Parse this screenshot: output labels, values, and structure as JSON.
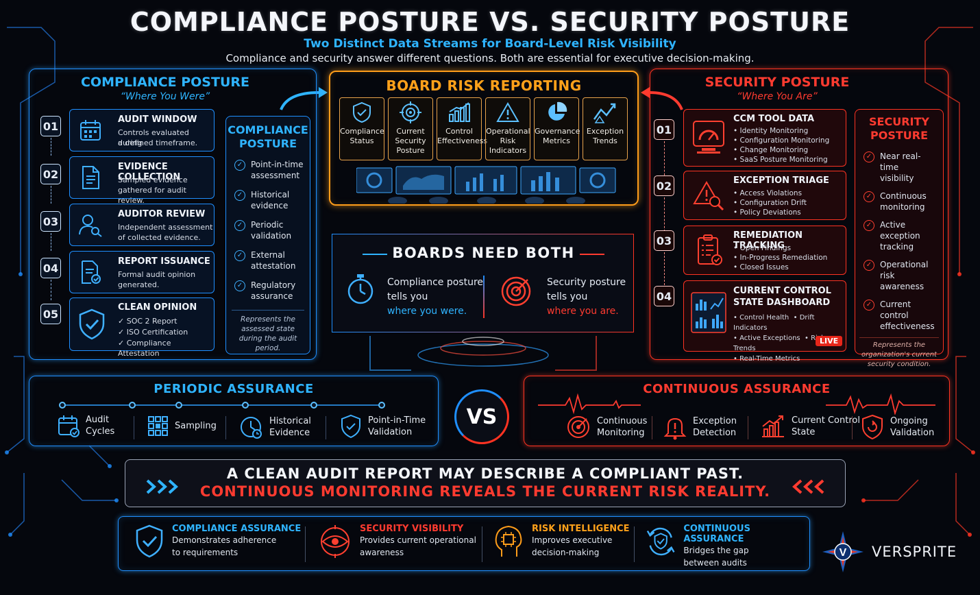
{
  "header": {
    "title": "COMPLIANCE POSTURE VS. SECURITY POSTURE",
    "subtitle": "Two Distinct Data Streams for Board-Level Risk Visibility",
    "tagline": "Compliance and security answer different questions. Both are essential for executive decision-making."
  },
  "compliance": {
    "title": "COMPLIANCE POSTURE",
    "subtitle": "“Where You Were”",
    "steps": [
      {
        "num": "01",
        "title": "AUDIT WINDOW",
        "desc1": "Controls evaluated during",
        "desc2": "a defined timeframe."
      },
      {
        "num": "02",
        "title": "EVIDENCE COLLECTION",
        "desc1": "Sampled evidence",
        "desc2": "gathered for audit review."
      },
      {
        "num": "03",
        "title": "AUDITOR REVIEW",
        "desc1": "Independent assessment",
        "desc2": "of collected evidence."
      },
      {
        "num": "04",
        "title": "REPORT ISSUANCE",
        "desc1": "Formal audit opinion",
        "desc2": "generated."
      },
      {
        "num": "05",
        "title": "CLEAN OPINION",
        "list": [
          "SOC 2 Report",
          "ISO Certification",
          "Compliance Attestation"
        ]
      }
    ],
    "side": {
      "title1": "COMPLIANCE",
      "title2": "POSTURE",
      "items": [
        [
          "Point-in-time",
          "assessment"
        ],
        [
          "Historical",
          "evidence"
        ],
        [
          "Periodic",
          "validation"
        ],
        [
          "External",
          "attestation"
        ],
        [
          "Regulatory",
          "assurance"
        ]
      ],
      "note": [
        "Represents the",
        "assessed state",
        "during the audit",
        "period."
      ]
    }
  },
  "security": {
    "title": "SECURITY POSTURE",
    "subtitle": "“Where You Are”",
    "steps": [
      {
        "num": "01",
        "title": "CCM TOOL DATA",
        "list": [
          "Identity Monitoring",
          "Configuration Monitoring",
          "Change Monitoring",
          "SaaS Posture Monitoring"
        ]
      },
      {
        "num": "02",
        "title": "EXCEPTION TRIAGE",
        "list": [
          "Access Violations",
          "Configuration Drift",
          "Policy Deviations"
        ]
      },
      {
        "num": "03",
        "title": "REMEDIATION TRACKING",
        "list": [
          "Open Findings",
          "In-Progress Remediation",
          "Closed Issues"
        ]
      },
      {
        "num": "04",
        "title1": "CURRENT CONTROL",
        "title2": "STATE DASHBOARD",
        "list": [
          "Control Health",
          "Drift Indicators",
          "Active Exceptions",
          "Risk Trends",
          "Real-Time Metrics"
        ],
        "live": "LIVE"
      }
    ],
    "side": {
      "title1": "SECURITY",
      "title2": "POSTURE",
      "items": [
        [
          "Near real-time",
          "visibility"
        ],
        [
          "Continuous",
          "monitoring"
        ],
        [
          "Active",
          "exception",
          "tracking"
        ],
        [
          "Operational",
          "risk awareness"
        ],
        [
          "Current",
          "control",
          "effectiveness"
        ]
      ],
      "note": [
        "Represents the",
        "organization's current",
        "security condition."
      ]
    }
  },
  "board": {
    "title": "BOARD RISK REPORTING",
    "metrics": [
      [
        "Compliance",
        "Status"
      ],
      [
        "Current",
        "Security",
        "Posture"
      ],
      [
        "Control",
        "Effectiveness"
      ],
      [
        "Operational",
        "Risk",
        "Indicators"
      ],
      [
        "Governance",
        "Metrics"
      ],
      [
        "Exception",
        "Trends"
      ]
    ]
  },
  "both": {
    "title": "BOARDS NEED BOTH",
    "left": [
      "Compliance posture",
      "tells you",
      "where you were."
    ],
    "right": [
      "Security posture",
      "tells you",
      "where you are."
    ]
  },
  "periodic": {
    "title": "PERIODIC ASSURANCE",
    "items": [
      [
        "Audit",
        "Cycles"
      ],
      [
        "Sampling"
      ],
      [
        "Historical",
        "Evidence"
      ],
      [
        "Point-in-Time",
        "Validation"
      ]
    ]
  },
  "vs": "VS",
  "continuous": {
    "title": "CONTINUOUS ASSURANCE",
    "items": [
      [
        "Continuous",
        "Monitoring"
      ],
      [
        "Exception",
        "Detection"
      ],
      [
        "Current Control",
        "State"
      ],
      [
        "Ongoing",
        "Validation"
      ]
    ]
  },
  "statement": {
    "line1": "A CLEAN AUDIT REPORT MAY DESCRIBE A COMPLIANT PAST.",
    "line2": "CONTINUOUS MONITORING REVEALS THE CURRENT RISK REALITY."
  },
  "footer": [
    {
      "title": "COMPLIANCE ASSURANCE",
      "desc1": "Demonstrates adherence",
      "desc2": "to requirements"
    },
    {
      "title": "SECURITY VISIBILITY",
      "desc1": "Provides current operational",
      "desc2": "awareness"
    },
    {
      "title": "RISK INTELLIGENCE",
      "desc1": "Improves executive",
      "desc2": "decision-making"
    },
    {
      "title": "CONTINUOUS ASSURANCE",
      "desc1": "Bridges the gap",
      "desc2": "between audits"
    }
  ],
  "brand": {
    "name": "VERSPRITE",
    "logo_letter": "V"
  },
  "colors": {
    "blue": "#1f8fff",
    "red": "#ff3322",
    "orange": "#ffa11a",
    "background": "#05070d"
  }
}
